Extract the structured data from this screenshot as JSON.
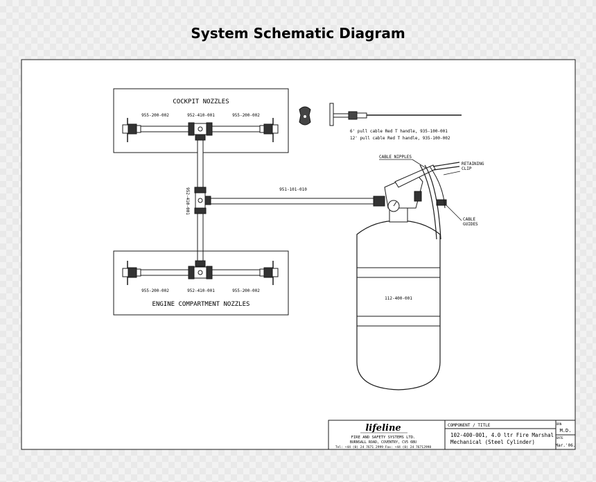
{
  "page": {
    "title": "System Schematic Diagram"
  },
  "cockpit": {
    "title": "COCKPIT NOZZLES",
    "parts": [
      "955-200-002",
      "952-410-001",
      "955-200-002"
    ]
  },
  "engine": {
    "title": "ENGINE COMPARTMENT NOZZLES",
    "parts": [
      "955-200-002",
      "952-410-001",
      "955-200-002"
    ]
  },
  "riser_part": "952-410-001",
  "main_pipe_part": "951-101-010",
  "pull_cable": {
    "line1": "6' pull cable Red T handle, 935-100-001",
    "line2": "12' pull cable Red T handle, 935-100-002"
  },
  "callouts": {
    "cable_nipples": "CABLE NIPPLES",
    "retaining_1": "RETAINING",
    "retaining_2": "CLIP",
    "guides_1": "CABLE",
    "guides_2": "GUIDES"
  },
  "cylinder_part": "112-400-001",
  "title_block": {
    "logo": "lifeline",
    "company": "FIRE AND SAFETY SYSTEMS LTD.",
    "address": "BURNSALL ROAD, COVENTRY, CV5 6BU",
    "phone": "Tel: +44 (0) 24 7671 2999   Fax: +44 (0) 24 76712998",
    "component_header": "COMPONENT / TITLE",
    "component_line1": "102-400-001, 4.0 ltr Fire Marshal",
    "component_line2": "Mechanical (Steel Cylinder)",
    "drawn_label": "DRN",
    "drawn_value": "M.D.",
    "date_label": "DATE",
    "date_value": "Mar.'06."
  },
  "colors": {
    "line": "#1a1a1a",
    "paper": "#ffffff"
  }
}
